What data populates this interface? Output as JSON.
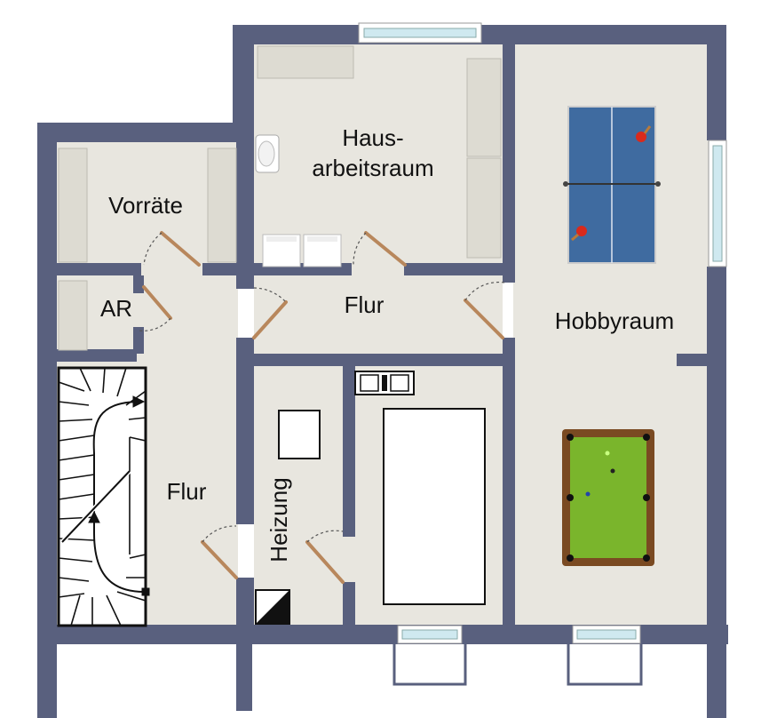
{
  "colors": {
    "wall": "#59607e",
    "floor": "#e8e6df",
    "furniture": "#dddbd2",
    "door": "#b8875c",
    "window": "#cfe9f0",
    "table_tennis": "#3f6ba0",
    "billiard_cloth": "#7ab52c",
    "billiard_frame": "#7a4a22"
  },
  "rooms": {
    "vorraete": "Vorräte",
    "hausarbeitsraum_line1": "Haus-",
    "hausarbeitsraum_line2": "arbeitsraum",
    "ar": "AR",
    "flur_top": "Flur",
    "hobbyraum": "Hobbyraum",
    "flur_left": "Flur",
    "heizung": "Heizung"
  },
  "icons": {
    "table_tennis": "table-tennis-icon",
    "billiard": "billiard-table-icon",
    "stairs": "staircase-icon"
  }
}
